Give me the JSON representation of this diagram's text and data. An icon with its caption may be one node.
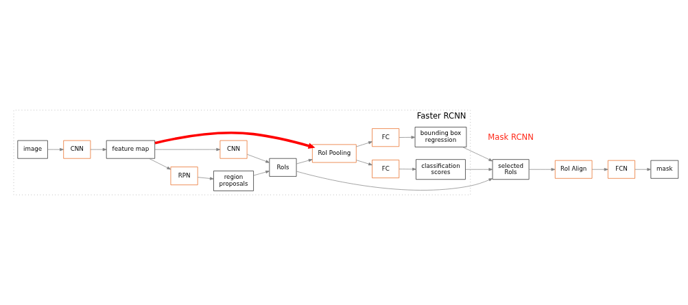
{
  "diagram": {
    "nodes": [
      {
        "text": [
          "Faster RCNN"
        ]
      },
      {
        "text": [
          "image"
        ],
        "in": 0
      },
      {
        "text": [
          "CNN"
        ],
        "in": 0
      },
      {
        "text": [
          "feature map"
        ],
        "in": 0
      },
      {
        "text": [
          "RPN"
        ],
        "in": 0
      },
      {
        "text": [
          "region proposals"
        ],
        "in": 0
      },
      {
        "text": [
          "CNN"
        ],
        "in": 0
      },
      {
        "text": [
          "RoIs"
        ],
        "in": 0
      },
      {
        "text": [
          "RoI Pooling"
        ],
        "in": 0
      },
      {
        "text": [
          "FC"
        ],
        "in": 0
      },
      {
        "text": [
          "classification scores"
        ],
        "in": 0
      },
      {
        "text": [
          "FC"
        ],
        "in": 0
      },
      {
        "text": [
          "bounding box regression"
        ],
        "in": 0
      },
      {
        "text": [
          "selected RoIs"
        ]
      },
      {
        "text": [
          "RoI Align"
        ]
      },
      {
        "text": [
          "FCN"
        ]
      },
      {
        "text": [
          "mask"
        ]
      }
    ],
    "edges": [
      {
        "from": 1,
        "to": 2,
        "arrow": "to"
      },
      {
        "from": 2,
        "to": 3,
        "arrow": "to"
      },
      {
        "from": 3,
        "to": 4,
        "arrow": "to"
      },
      {
        "from": 3,
        "to": 6,
        "arrow": "to"
      },
      {
        "from": 4,
        "to": 5,
        "arrow": "to"
      },
      {
        "from": 5,
        "to": 7,
        "arrow": "to"
      },
      {
        "from": 6,
        "to": 7,
        "arrow": "to"
      },
      {
        "from": 7,
        "to": 8,
        "arrow": "to"
      },
      {
        "from": 3,
        "to": 8,
        "arrow": "to",
        "style": "thick",
        "color": "#ff0000"
      },
      {
        "from": 8,
        "to": 9,
        "arrow": "to"
      },
      {
        "from": 8,
        "to": 11,
        "arrow": "to"
      },
      {
        "from": 9,
        "to": 10,
        "arrow": "to"
      },
      {
        "from": 11,
        "to": 12,
        "arrow": "to"
      },
      {
        "from": 7,
        "to": 13,
        "arrow": "to"
      },
      {
        "from": 10,
        "to": 13,
        "arrow": "to"
      },
      {
        "from": 12,
        "to": 13,
        "arrow": "to"
      },
      {
        "from": 13,
        "to": 14,
        "arrow": "to"
      },
      {
        "from": 14,
        "to": 15,
        "arrow": "to"
      },
      {
        "from": 15,
        "to": 16,
        "arrow": "to"
      }
    ],
    "labels": [
      "Mask RCNN"
    ]
  }
}
